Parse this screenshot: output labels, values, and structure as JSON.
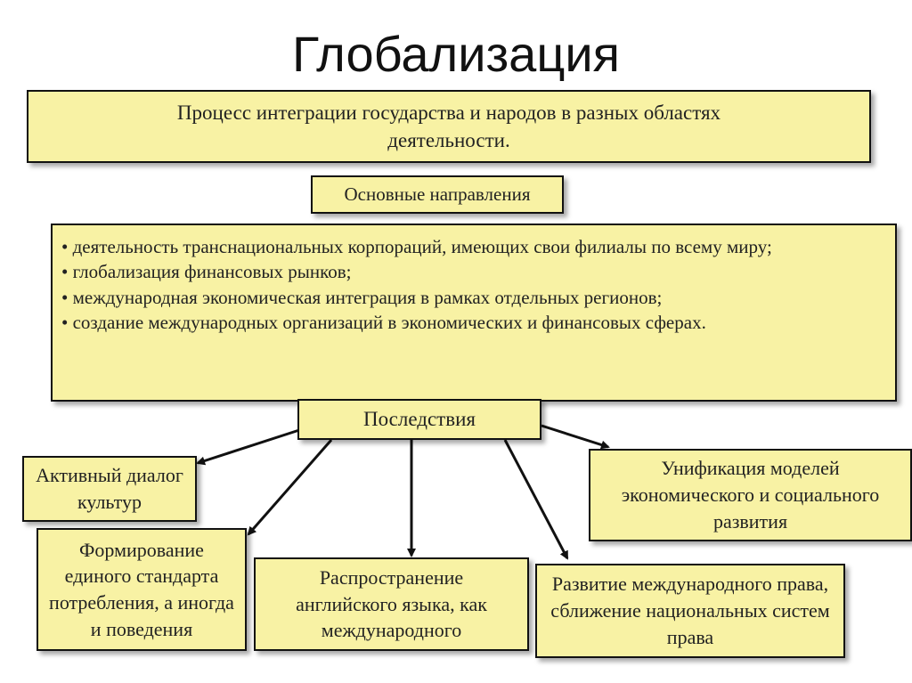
{
  "title": "Глобализация",
  "definition": "Процесс интеграции государства и народов в разных областях деятельности.",
  "directions": {
    "heading": "Основные направления",
    "items": [
      "• деятельность транснациональных корпораций, имеющих свои филиалы по всему миру;",
      "• глобализация финансовых рынков;",
      "• международная экономическая интеграция в рамках отдельных регионов;",
      "• создание международных организаций в экономических и финансовых сферах."
    ]
  },
  "consequences": {
    "heading": "Последствия",
    "items": {
      "dialog": "Активный диалог культур",
      "standard": "Формирование единого стандарта потребления, а иногда и поведения",
      "english": "Распространение английского языка, как международного",
      "law": "Развитие международного права, сближение национальных систем права",
      "unification": "Унификация моделей экономического и социального развития"
    }
  },
  "colors": {
    "box_fill": "#f8f2a4",
    "border": "#111111"
  }
}
